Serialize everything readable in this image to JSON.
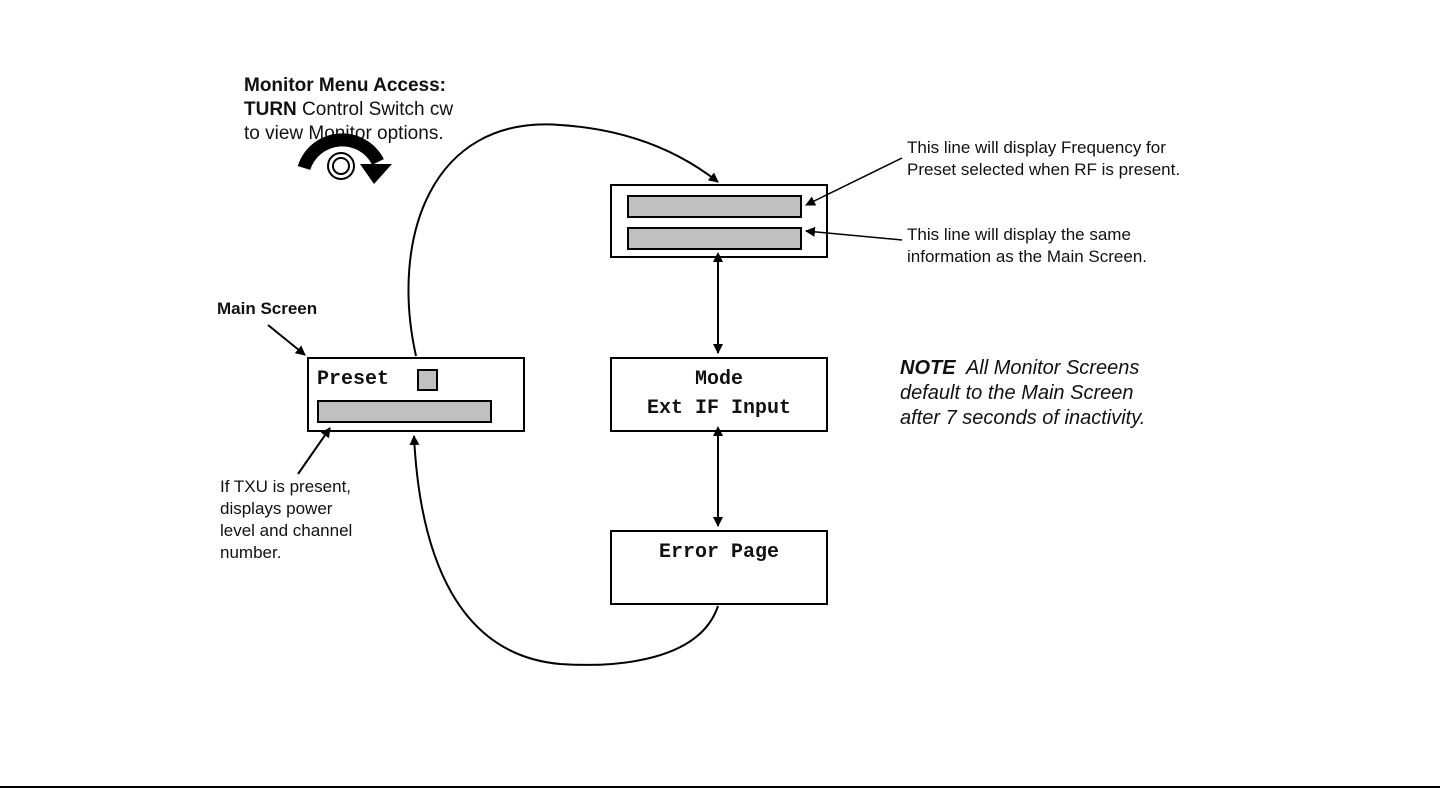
{
  "access": {
    "title": "Monitor Menu Access:",
    "turn": "TURN",
    "line1_rest": " Control Switch cw",
    "line2": "to view Monitor options."
  },
  "main_screen": {
    "label": "Main Screen",
    "preset": "Preset"
  },
  "mode_screen": {
    "line1": "Mode",
    "line2": "Ext IF Input"
  },
  "error_screen": {
    "line1": "Error Page"
  },
  "annotations": {
    "freq_line1": "This line will display Frequency for",
    "freq_line2": "Preset selected when RF is present.",
    "info_line1": "This line will display the same",
    "info_line2": "information as the Main Screen.",
    "txu_line1": "If TXU is present,",
    "txu_line2": "displays power",
    "txu_line3": "level and channel",
    "txu_line4": "number."
  },
  "note": {
    "label": "NOTE",
    "line1": "All Monitor Screens",
    "line2": "default to the Main Screen",
    "line3": "after 7 seconds of inactivity."
  },
  "colors": {
    "lcd_bar": "#c0c0c0",
    "stroke": "#000000"
  },
  "icons": {
    "control_switch": "rotate-clockwise-icon"
  }
}
